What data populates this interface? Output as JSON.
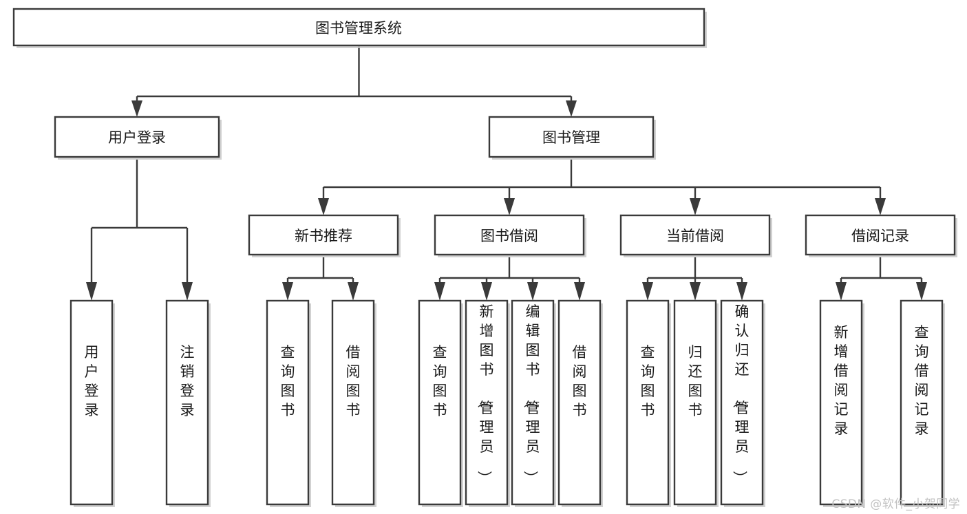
{
  "diagram": {
    "type": "tree",
    "title": "图书管理系统",
    "watermark": "CSDN @软件_小贺同学",
    "colors": {
      "box_stroke": "#3a3a3a",
      "box_fill": "#ffffff",
      "connector": "#3a3a3a",
      "text": "#1a1a1a",
      "watermark": "#c2c2c2",
      "background": "#ffffff"
    },
    "nodes": {
      "root": {
        "label": "图书管理系统",
        "level": 1,
        "orientation": "horizontal"
      },
      "l2": [
        {
          "id": "user-login",
          "label": "用户登录",
          "orientation": "horizontal"
        },
        {
          "id": "book-manage",
          "label": "图书管理",
          "orientation": "horizontal"
        }
      ],
      "l3": [
        {
          "id": "new-book-recommend",
          "label": "新书推荐",
          "orientation": "horizontal"
        },
        {
          "id": "book-borrow",
          "label": "图书借阅",
          "orientation": "horizontal"
        },
        {
          "id": "current-borrow",
          "label": "当前借阅",
          "orientation": "horizontal"
        },
        {
          "id": "borrow-record",
          "label": "借阅记录",
          "orientation": "horizontal"
        }
      ],
      "leaves": {
        "user-login": [
          {
            "id": "leaf-user-login",
            "label": "用户登录",
            "orientation": "vertical"
          },
          {
            "id": "leaf-logout",
            "label": "注销登录",
            "orientation": "vertical"
          }
        ],
        "new-book-recommend": [
          {
            "id": "leaf-query-book-1",
            "label": "查询图书",
            "orientation": "vertical"
          },
          {
            "id": "leaf-borrow-book-1",
            "label": "借阅图书",
            "orientation": "vertical"
          }
        ],
        "book-borrow": [
          {
            "id": "leaf-query-book-2",
            "label": "查询图书",
            "orientation": "vertical"
          },
          {
            "id": "leaf-add-book",
            "label": "新增图书（管理员）",
            "orientation": "vertical"
          },
          {
            "id": "leaf-edit-book",
            "label": "编辑图书（管理员）",
            "orientation": "vertical"
          },
          {
            "id": "leaf-borrow-book-2",
            "label": "借阅图书",
            "orientation": "vertical"
          }
        ],
        "current-borrow": [
          {
            "id": "leaf-query-book-3",
            "label": "查询图书",
            "orientation": "vertical"
          },
          {
            "id": "leaf-return-book",
            "label": "归还图书",
            "orientation": "vertical"
          },
          {
            "id": "leaf-confirm-return",
            "label": "确认归还（管理员）",
            "orientation": "vertical"
          }
        ],
        "borrow-record": [
          {
            "id": "leaf-add-record",
            "label": "新增借阅记录",
            "orientation": "vertical"
          },
          {
            "id": "leaf-query-record",
            "label": "查询借阅记录",
            "orientation": "vertical"
          }
        ]
      }
    }
  }
}
